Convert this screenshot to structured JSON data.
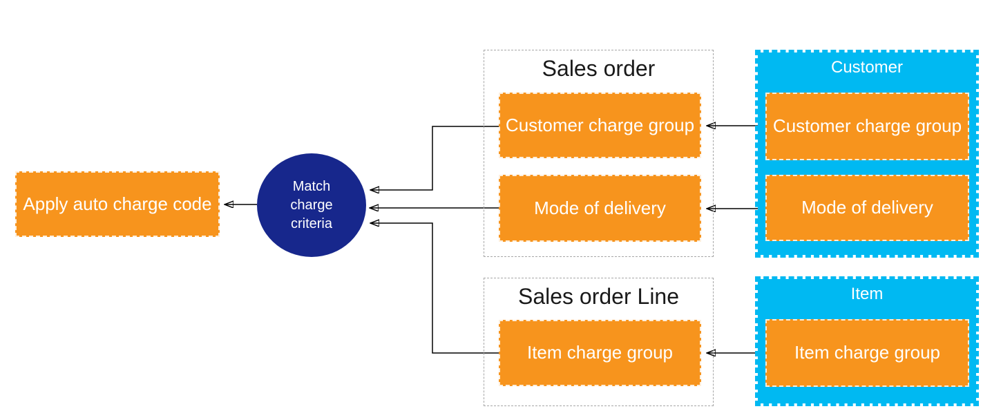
{
  "colors": {
    "orange": "#F7941D",
    "cyan": "#00B9F2",
    "navy": "#17278C",
    "line": "#000000",
    "frame_border": "#a6a6a6"
  },
  "nodes": {
    "apply": {
      "label": "Apply auto charge code"
    },
    "match": {
      "label": "Match charge criteria"
    },
    "sales_order": {
      "title": "Sales order",
      "boxes": [
        {
          "label": "Customer charge group"
        },
        {
          "label": "Mode of delivery"
        }
      ]
    },
    "sales_order_line": {
      "title": "Sales order Line",
      "boxes": [
        {
          "label": "Item charge group"
        }
      ]
    },
    "customer": {
      "title": "Customer",
      "boxes": [
        {
          "label": "Customer charge group"
        },
        {
          "label": "Mode of delivery"
        }
      ]
    },
    "item": {
      "title": "Item",
      "boxes": [
        {
          "label": "Item charge group"
        }
      ]
    }
  },
  "connections": [
    {
      "from": "customer.customer-charge-group",
      "to": "sales-order.customer-charge-group"
    },
    {
      "from": "customer.mode-of-delivery",
      "to": "sales-order.mode-of-delivery"
    },
    {
      "from": "item.item-charge-group",
      "to": "sales-order-line.item-charge-group"
    },
    {
      "from": "sales-order.customer-charge-group",
      "to": "match-charge-criteria"
    },
    {
      "from": "sales-order.mode-of-delivery",
      "to": "match-charge-criteria"
    },
    {
      "from": "sales-order-line.item-charge-group",
      "to": "match-charge-criteria"
    },
    {
      "from": "match-charge-criteria",
      "to": "apply-auto-charge-code"
    }
  ]
}
